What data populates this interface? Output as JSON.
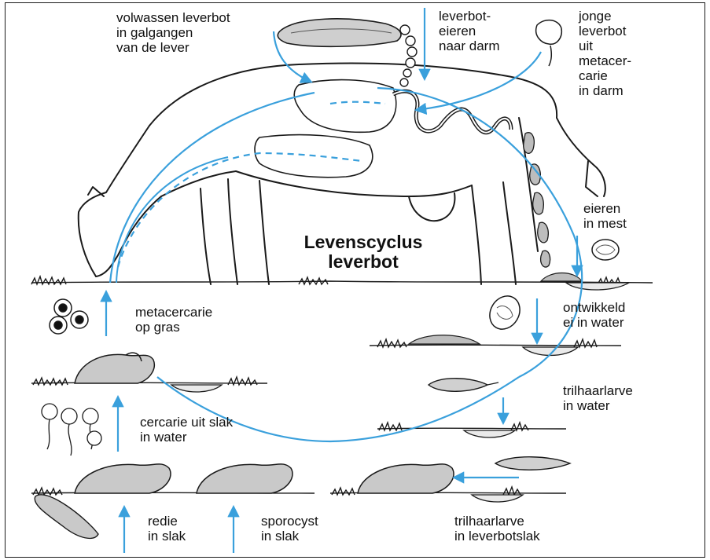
{
  "title": {
    "line1": "Levenscyclus",
    "line2": "leverbot"
  },
  "labels": {
    "volwassen": [
      "volwassen leverbot",
      "in galgangen",
      "van de lever"
    ],
    "eieren_darm": [
      "leverbot-",
      "eieren",
      "naar darm"
    ],
    "jonge": [
      "jonge",
      "leverbot",
      "uit",
      "metacer-",
      "carie",
      "in darm"
    ],
    "eieren_mest": [
      "eieren",
      "in mest"
    ],
    "ontwikkeld": [
      "ontwikkeld",
      "ei in water"
    ],
    "trilhaar_water": [
      "trilhaarlarve",
      "in water"
    ],
    "trilhaar_slak": [
      "trilhaarlarve",
      "in leverbotslak"
    ],
    "sporocyst": [
      "sporocyst",
      "in slak"
    ],
    "redie": [
      "redie",
      "in slak"
    ],
    "cercarie": [
      "cercarie uit slak",
      "in water"
    ],
    "metacercarie": [
      "metacercarie",
      "op gras"
    ]
  },
  "colors": {
    "arrow": "#3aa0dc",
    "line": "#1a1a1a",
    "body": "#ffffff"
  }
}
